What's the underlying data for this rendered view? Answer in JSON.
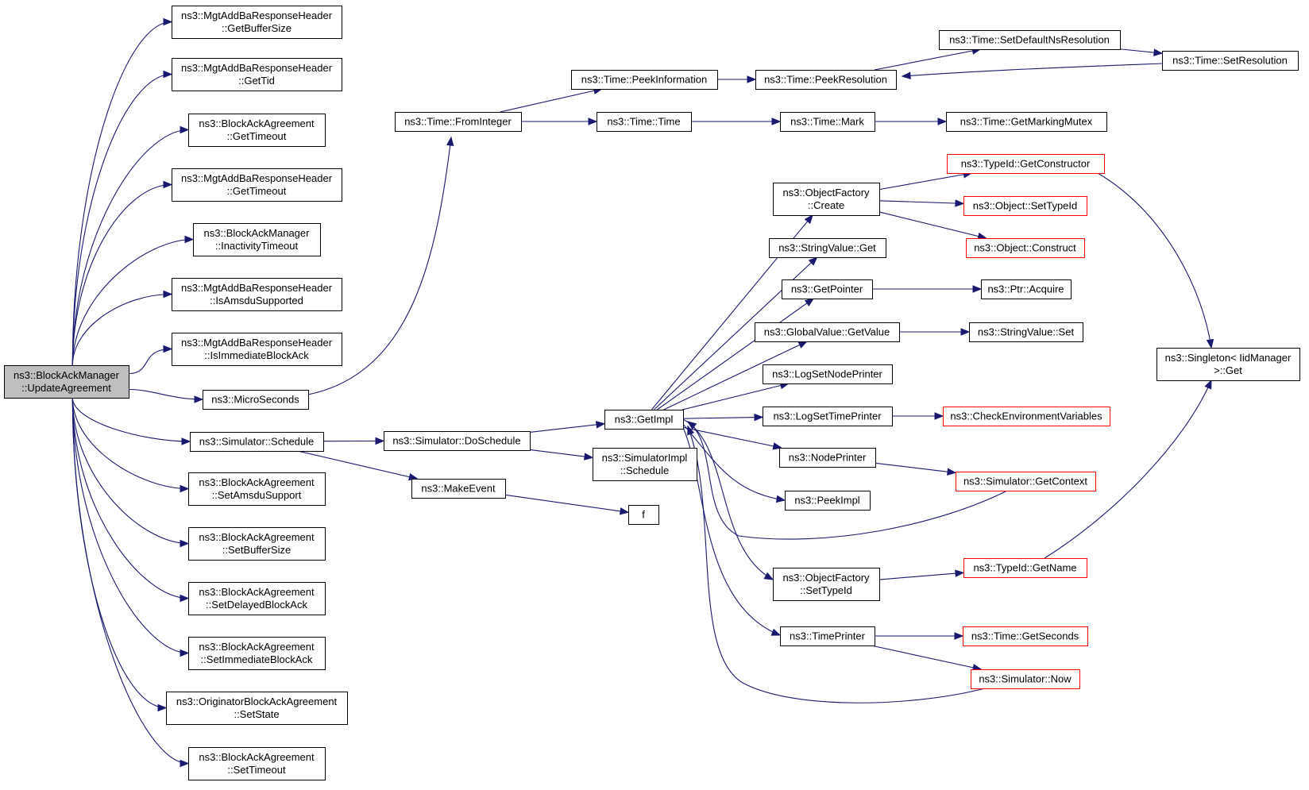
{
  "diagram": {
    "colors": {
      "edge": "#191970",
      "node_border": "#000000",
      "truncated_node_border": "#ff0000",
      "root_fill": "#bfbfbf",
      "node_fill": "#ffffff"
    },
    "nodes": [
      {
        "id": "root",
        "lines": [
          "ns3::BlockAckManager",
          "::UpdateAgreement"
        ],
        "style": "root"
      },
      {
        "id": "resp_bufsize",
        "lines": [
          "ns3::MgtAddBaResponseHeader",
          "::GetBufferSize"
        ]
      },
      {
        "id": "resp_tid",
        "lines": [
          "ns3::MgtAddBaResponseHeader",
          "::GetTid"
        ]
      },
      {
        "id": "bag_gettimeout",
        "lines": [
          "ns3::BlockAckAgreement",
          "::GetTimeout"
        ]
      },
      {
        "id": "resp_gettimeout",
        "lines": [
          "ns3::MgtAddBaResponseHeader",
          "::GetTimeout"
        ]
      },
      {
        "id": "bam_inactivity",
        "lines": [
          "ns3::BlockAckManager",
          "::InactivityTimeout"
        ]
      },
      {
        "id": "resp_amsdu",
        "lines": [
          "ns3::MgtAddBaResponseHeader",
          "::IsAmsduSupported"
        ]
      },
      {
        "id": "resp_immba",
        "lines": [
          "ns3::MgtAddBaResponseHeader",
          "::IsImmediateBlockAck"
        ]
      },
      {
        "id": "microseconds",
        "lines": [
          "ns3::MicroSeconds"
        ]
      },
      {
        "id": "sim_schedule",
        "lines": [
          "ns3::Simulator::Schedule"
        ]
      },
      {
        "id": "bag_setamsdu",
        "lines": [
          "ns3::BlockAckAgreement",
          "::SetAmsduSupport"
        ]
      },
      {
        "id": "bag_setbufsize",
        "lines": [
          "ns3::BlockAckAgreement",
          "::SetBufferSize"
        ]
      },
      {
        "id": "bag_setdelayed",
        "lines": [
          "ns3::BlockAckAgreement",
          "::SetDelayedBlockAck"
        ]
      },
      {
        "id": "bag_setimmediate",
        "lines": [
          "ns3::BlockAckAgreement",
          "::SetImmediateBlockAck"
        ]
      },
      {
        "id": "obag_setstate",
        "lines": [
          "ns3::OriginatorBlockAckAgreement",
          "::SetState"
        ]
      },
      {
        "id": "bag_settimeout",
        "lines": [
          "ns3::BlockAckAgreement",
          "::SetTimeout"
        ]
      },
      {
        "id": "time_fromint",
        "lines": [
          "ns3::Time::FromInteger"
        ]
      },
      {
        "id": "time_peekinfo",
        "lines": [
          "ns3::Time::PeekInformation"
        ]
      },
      {
        "id": "time_time",
        "lines": [
          "ns3::Time::Time"
        ]
      },
      {
        "id": "time_peekres",
        "lines": [
          "ns3::Time::PeekResolution"
        ]
      },
      {
        "id": "time_setdefault",
        "lines": [
          "ns3::Time::SetDefaultNsResolution"
        ]
      },
      {
        "id": "time_setres",
        "lines": [
          "ns3::Time::SetResolution"
        ]
      },
      {
        "id": "time_mark",
        "lines": [
          "ns3::Time::Mark"
        ]
      },
      {
        "id": "time_mutex",
        "lines": [
          "ns3::Time::GetMarkingMutex"
        ]
      },
      {
        "id": "sim_doschedule",
        "lines": [
          "ns3::Simulator::DoSchedule"
        ]
      },
      {
        "id": "make_event",
        "lines": [
          "ns3::MakeEvent"
        ]
      },
      {
        "id": "simimpl_schedule",
        "lines": [
          "ns3::SimulatorImpl",
          "::Schedule"
        ]
      },
      {
        "id": "f",
        "lines": [
          "f"
        ]
      },
      {
        "id": "getimpl",
        "lines": [
          "ns3::GetImpl"
        ]
      },
      {
        "id": "objfact_create",
        "lines": [
          "ns3::ObjectFactory",
          "::Create"
        ]
      },
      {
        "id": "stringvalue_get",
        "lines": [
          "ns3::StringValue::Get"
        ]
      },
      {
        "id": "getpointer",
        "lines": [
          "ns3::GetPointer"
        ]
      },
      {
        "id": "globalvalue_getvalue",
        "lines": [
          "ns3::GlobalValue::GetValue"
        ]
      },
      {
        "id": "lognodeprinter",
        "lines": [
          "ns3::LogSetNodePrinter"
        ]
      },
      {
        "id": "logtimeprinter",
        "lines": [
          "ns3::LogSetTimePrinter"
        ]
      },
      {
        "id": "nodeprinter",
        "lines": [
          "ns3::NodePrinter"
        ]
      },
      {
        "id": "peekimpl",
        "lines": [
          "ns3::PeekImpl"
        ]
      },
      {
        "id": "objfact_settypeid",
        "lines": [
          "ns3::ObjectFactory",
          "::SetTypeId"
        ]
      },
      {
        "id": "timeprinter",
        "lines": [
          "ns3::TimePrinter"
        ]
      },
      {
        "id": "typeid_getctor",
        "lines": [
          "ns3::TypeId::GetConstructor"
        ],
        "style": "red"
      },
      {
        "id": "object_settypeid",
        "lines": [
          "ns3::Object::SetTypeId"
        ],
        "style": "red"
      },
      {
        "id": "object_construct",
        "lines": [
          "ns3::Object::Construct"
        ],
        "style": "red"
      },
      {
        "id": "ptr_acquire",
        "lines": [
          "ns3::Ptr::Acquire"
        ]
      },
      {
        "id": "stringvalue_set",
        "lines": [
          "ns3::StringValue::Set"
        ]
      },
      {
        "id": "checkenv",
        "lines": [
          "ns3::CheckEnvironmentVariables"
        ],
        "style": "red"
      },
      {
        "id": "sim_getcontext",
        "lines": [
          "ns3::Simulator::GetContext"
        ],
        "style": "red"
      },
      {
        "id": "typeid_getname",
        "lines": [
          "ns3::TypeId::GetName"
        ],
        "style": "red"
      },
      {
        "id": "time_getseconds",
        "lines": [
          "ns3::Time::GetSeconds"
        ],
        "style": "red"
      },
      {
        "id": "sim_now",
        "lines": [
          "ns3::Simulator::Now"
        ],
        "style": "red"
      },
      {
        "id": "singleton_get",
        "lines": [
          "ns3::Singleton< IidManager",
          ">::Get"
        ]
      }
    ],
    "edges": [
      {
        "from": "root",
        "to": "resp_bufsize"
      },
      {
        "from": "root",
        "to": "resp_tid"
      },
      {
        "from": "root",
        "to": "bag_gettimeout"
      },
      {
        "from": "root",
        "to": "resp_gettimeout"
      },
      {
        "from": "root",
        "to": "bam_inactivity"
      },
      {
        "from": "root",
        "to": "resp_amsdu"
      },
      {
        "from": "root",
        "to": "resp_immba"
      },
      {
        "from": "root",
        "to": "microseconds"
      },
      {
        "from": "root",
        "to": "sim_schedule"
      },
      {
        "from": "root",
        "to": "bag_setamsdu"
      },
      {
        "from": "root",
        "to": "bag_setbufsize"
      },
      {
        "from": "root",
        "to": "bag_setdelayed"
      },
      {
        "from": "root",
        "to": "bag_setimmediate"
      },
      {
        "from": "root",
        "to": "obag_setstate"
      },
      {
        "from": "root",
        "to": "bag_settimeout"
      },
      {
        "from": "microseconds",
        "to": "time_fromint"
      },
      {
        "from": "time_fromint",
        "to": "time_peekinfo"
      },
      {
        "from": "time_fromint",
        "to": "time_time"
      },
      {
        "from": "time_peekinfo",
        "to": "time_peekres"
      },
      {
        "from": "time_peekres",
        "to": "time_setdefault"
      },
      {
        "from": "time_setdefault",
        "to": "time_setres"
      },
      {
        "from": "time_setres",
        "to": "time_peekres"
      },
      {
        "from": "time_time",
        "to": "time_mark"
      },
      {
        "from": "time_mark",
        "to": "time_mutex"
      },
      {
        "from": "sim_schedule",
        "to": "sim_doschedule"
      },
      {
        "from": "sim_schedule",
        "to": "make_event"
      },
      {
        "from": "sim_doschedule",
        "to": "getimpl"
      },
      {
        "from": "sim_doschedule",
        "to": "simimpl_schedule"
      },
      {
        "from": "make_event",
        "to": "f"
      },
      {
        "from": "getimpl",
        "to": "objfact_create"
      },
      {
        "from": "getimpl",
        "to": "stringvalue_get"
      },
      {
        "from": "getimpl",
        "to": "getpointer"
      },
      {
        "from": "getimpl",
        "to": "globalvalue_getvalue"
      },
      {
        "from": "getimpl",
        "to": "lognodeprinter"
      },
      {
        "from": "getimpl",
        "to": "logtimeprinter"
      },
      {
        "from": "getimpl",
        "to": "nodeprinter"
      },
      {
        "from": "getimpl",
        "to": "peekimpl"
      },
      {
        "from": "getimpl",
        "to": "objfact_settypeid"
      },
      {
        "from": "getimpl",
        "to": "timeprinter"
      },
      {
        "from": "objfact_create",
        "to": "typeid_getctor"
      },
      {
        "from": "objfact_create",
        "to": "object_settypeid"
      },
      {
        "from": "objfact_create",
        "to": "object_construct"
      },
      {
        "from": "getpointer",
        "to": "ptr_acquire"
      },
      {
        "from": "globalvalue_getvalue",
        "to": "stringvalue_set"
      },
      {
        "from": "logtimeprinter",
        "to": "checkenv"
      },
      {
        "from": "nodeprinter",
        "to": "sim_getcontext"
      },
      {
        "from": "sim_getcontext",
        "to": "getimpl"
      },
      {
        "from": "objfact_settypeid",
        "to": "typeid_getname"
      },
      {
        "from": "timeprinter",
        "to": "time_getseconds"
      },
      {
        "from": "timeprinter",
        "to": "sim_now"
      },
      {
        "from": "sim_now",
        "to": "getimpl"
      },
      {
        "from": "typeid_getctor",
        "to": "singleton_get"
      },
      {
        "from": "typeid_getname",
        "to": "singleton_get"
      }
    ]
  }
}
